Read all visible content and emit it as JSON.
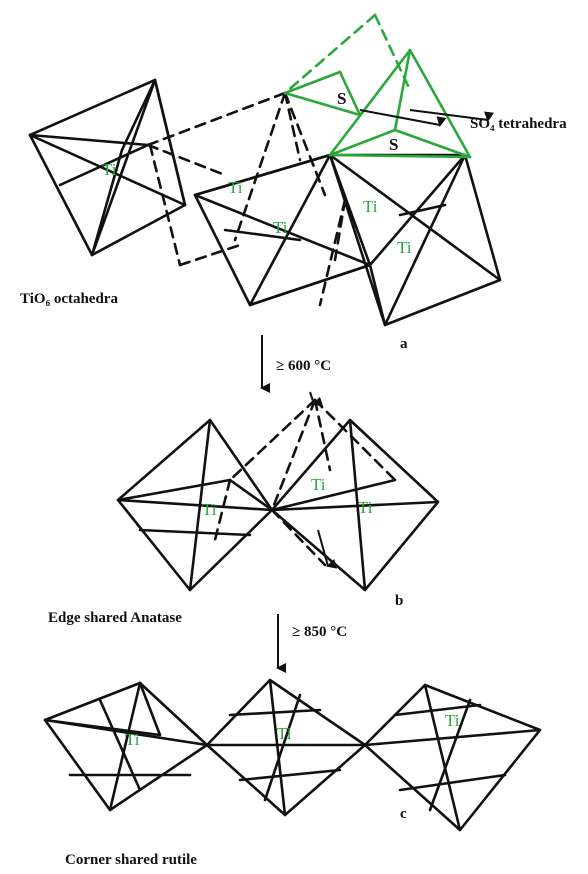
{
  "colors": {
    "atom_label": "#27a83a",
    "sulfate": "#2aa83a",
    "lines": "#111111"
  },
  "panel_a": {
    "ti_labels": [
      "Ti",
      "Ti",
      "Ti",
      "Ti",
      "Ti"
    ],
    "s_labels": [
      "S",
      "S"
    ],
    "so4_label": "SO₄ tetrahedra",
    "tio6_label": "TiO₆ octahedra",
    "letter": "a"
  },
  "step_1": {
    "label": "≥ 600 °C"
  },
  "panel_b": {
    "ti_labels": [
      "Ti",
      "Ti",
      "Ti"
    ],
    "caption": "Edge shared Anatase",
    "letter": "b"
  },
  "step_2": {
    "label": "≥ 850 °C"
  },
  "panel_c": {
    "ti_labels": [
      "Ti",
      "Ti",
      "Ti"
    ],
    "caption": "Corner shared rutile",
    "letter": "c"
  }
}
